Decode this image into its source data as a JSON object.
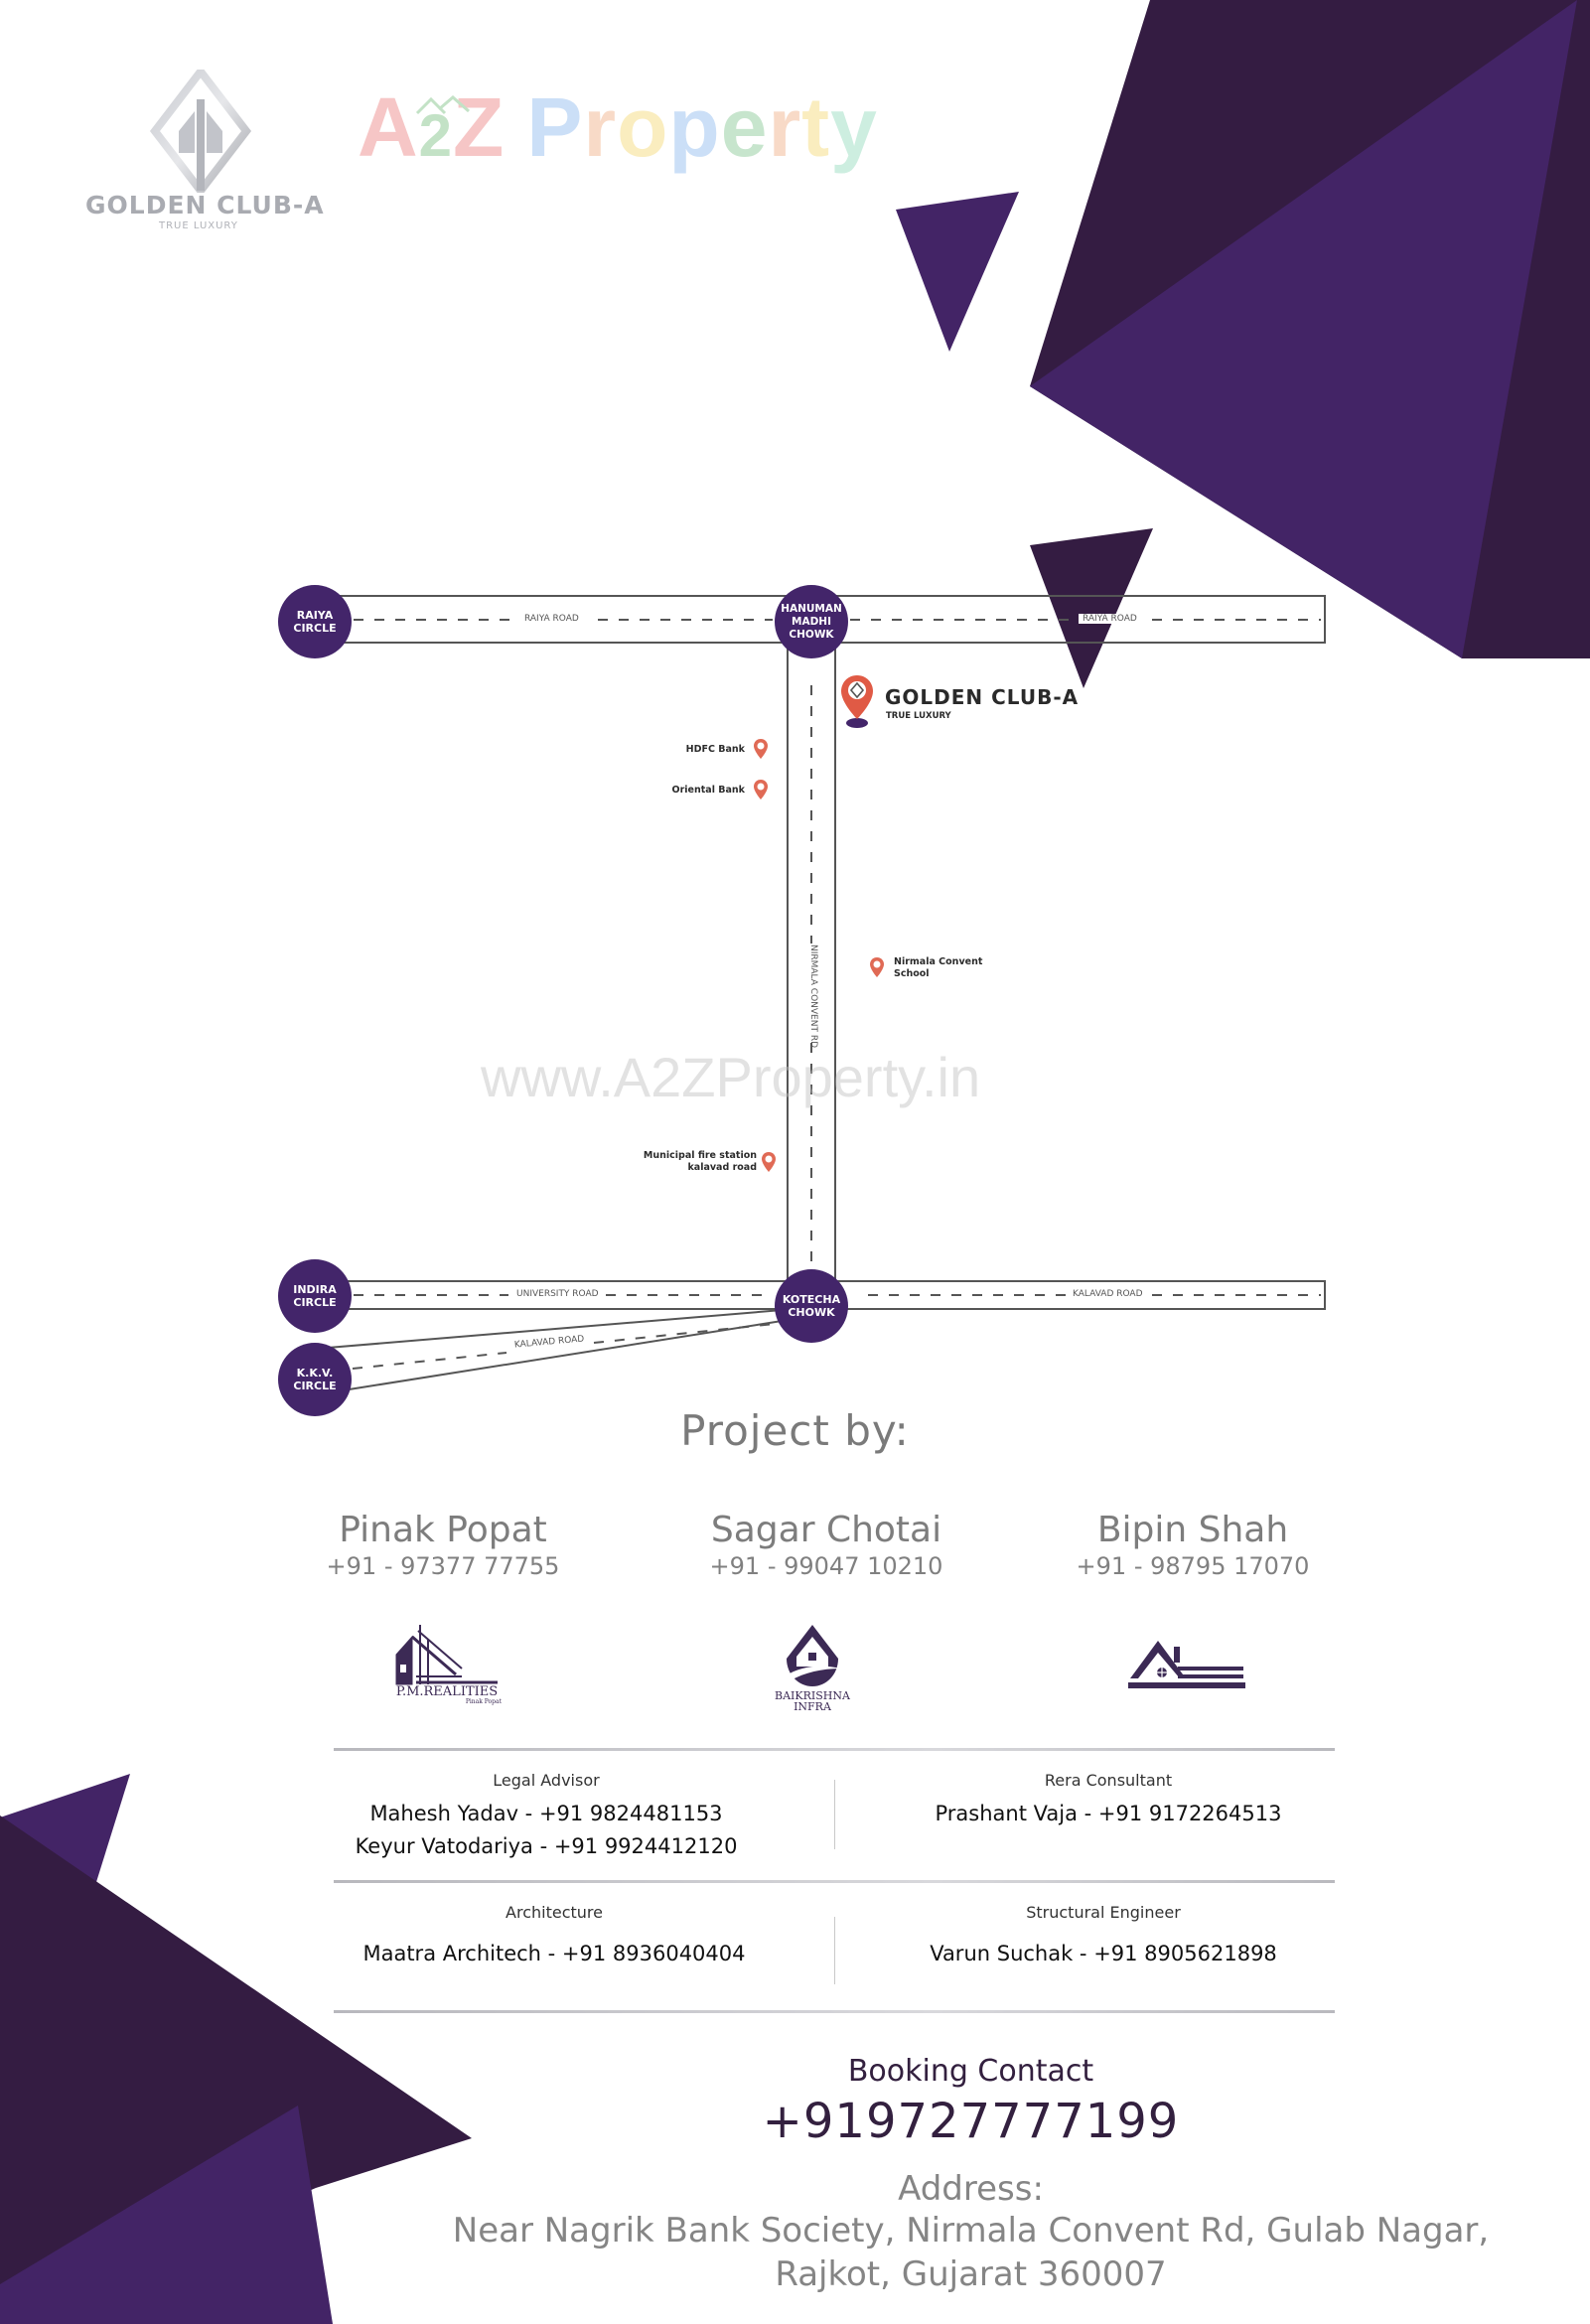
{
  "colors": {
    "purple_dark": "#341c42",
    "purple_light": "#432466",
    "node_fill": "#43256a",
    "pin_red": "#e05a45",
    "text_grey": "#7d7d7d",
    "text_dark": "#33203f"
  },
  "header": {
    "brand_logo": {
      "icon": "diamond-tower-logo-icon",
      "name": "GOLDEN CLUB-A",
      "tagline": "TRUE LUXURY"
    },
    "watermark_logo": {
      "letters": [
        {
          "ch": "A",
          "color": "#f6c6c6"
        },
        {
          "ch": "2",
          "color": "#c3e2c6"
        },
        {
          "ch": "Z",
          "color": "#f6c6c6"
        },
        {
          "ch": " ",
          "color": "#ffffff"
        },
        {
          "ch": "P",
          "color": "#cbdff7"
        },
        {
          "ch": "r",
          "color": "#f8dac7"
        },
        {
          "ch": "o",
          "color": "#faedbf"
        },
        {
          "ch": "p",
          "color": "#cbdff7"
        },
        {
          "ch": "e",
          "color": "#c7e5cd"
        },
        {
          "ch": "r",
          "color": "#f8dac7"
        },
        {
          "ch": "t",
          "color": "#faedbf"
        },
        {
          "ch": "y",
          "color": "#cdeee0"
        }
      ]
    }
  },
  "map": {
    "nodes": [
      {
        "id": "raiya-circle",
        "label": "RAIYA\nCIRCLE"
      },
      {
        "id": "hanuman-madhi-chowk",
        "label": "HANUMAN\nMADHI\nCHOWK"
      },
      {
        "id": "indira-circle",
        "label": "INDIRA\nCIRCLE"
      },
      {
        "id": "kotecha-chowk",
        "label": "KOTECHA\nCHOWK"
      },
      {
        "id": "kkv-circle",
        "label": "K.K.V.\nCIRCLE"
      }
    ],
    "roads": {
      "raiya_left": "RAIYA ROAD",
      "raiya_right": "RAIYA ROAD",
      "nirmala": "NIRMALA CONVENT RD",
      "university": "UNIVERSITY ROAD",
      "kalavad_diag": "KALAVAD ROAD",
      "kalavad_right": "KALAVAD ROAD"
    },
    "project_pin": {
      "title": "GOLDEN CLUB-A",
      "subtitle": "TRUE LUXURY"
    },
    "pois": [
      {
        "label": "HDFC Bank"
      },
      {
        "label": "Oriental Bank"
      },
      {
        "label": "Nirmala Convent\nSchool"
      },
      {
        "label": "Municipal fire station\nkalavad road"
      }
    ],
    "watermark": "www.A2ZProperty.in"
  },
  "project_by": {
    "title": "Project by:",
    "developers": [
      {
        "name": "Pinak Popat",
        "phone": "+91 - 97377 77755",
        "logo_caption": "P.M.REALITIES",
        "logo_sub": "Pinak Popat"
      },
      {
        "name": "Sagar Chotai",
        "phone": "+91 - 99047 10210",
        "logo_caption": "BAIKRISHNA\nINFRA",
        "logo_sub": ""
      },
      {
        "name": "Bipin Shah",
        "phone": "+91 - 98795 17070",
        "logo_caption": "",
        "logo_sub": ""
      }
    ]
  },
  "credits": [
    {
      "role": "Legal Advisor",
      "people": [
        "Mahesh Yadav - +91 9824481153",
        "Keyur Vatodariya - +91 9924412120"
      ]
    },
    {
      "role": "Rera Consultant",
      "people": [
        "Prashant Vaja - +91 9172264513"
      ]
    },
    {
      "role": "Architecture",
      "people": [
        "Maatra Architech - +91 8936040404"
      ]
    },
    {
      "role": "Structural Engineer",
      "people": [
        "Varun Suchak - +91 8905621898"
      ]
    }
  ],
  "booking": {
    "label": "Booking Contact",
    "phone": "+919727777199"
  },
  "address": {
    "label": "Address:",
    "line1": "Near Nagrik Bank Society, Nirmala Convent Rd, Gulab Nagar,",
    "line2": "Rajkot, Gujarat 360007"
  }
}
